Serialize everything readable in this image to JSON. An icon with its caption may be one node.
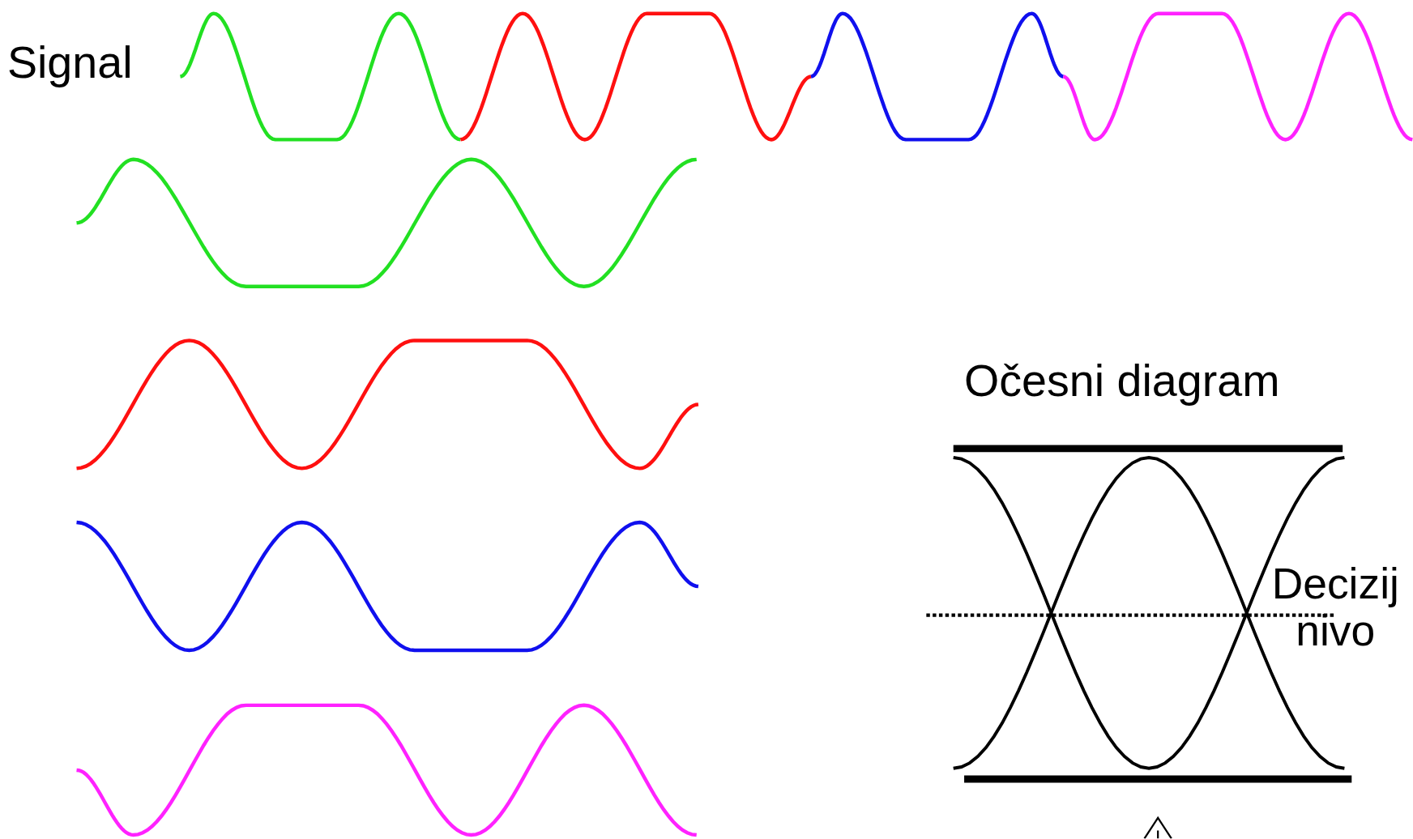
{
  "diagram": {
    "title": "Očesni diagram",
    "labels": [
      "Signal",
      "Decizij nivo"
    ]
  }
}
